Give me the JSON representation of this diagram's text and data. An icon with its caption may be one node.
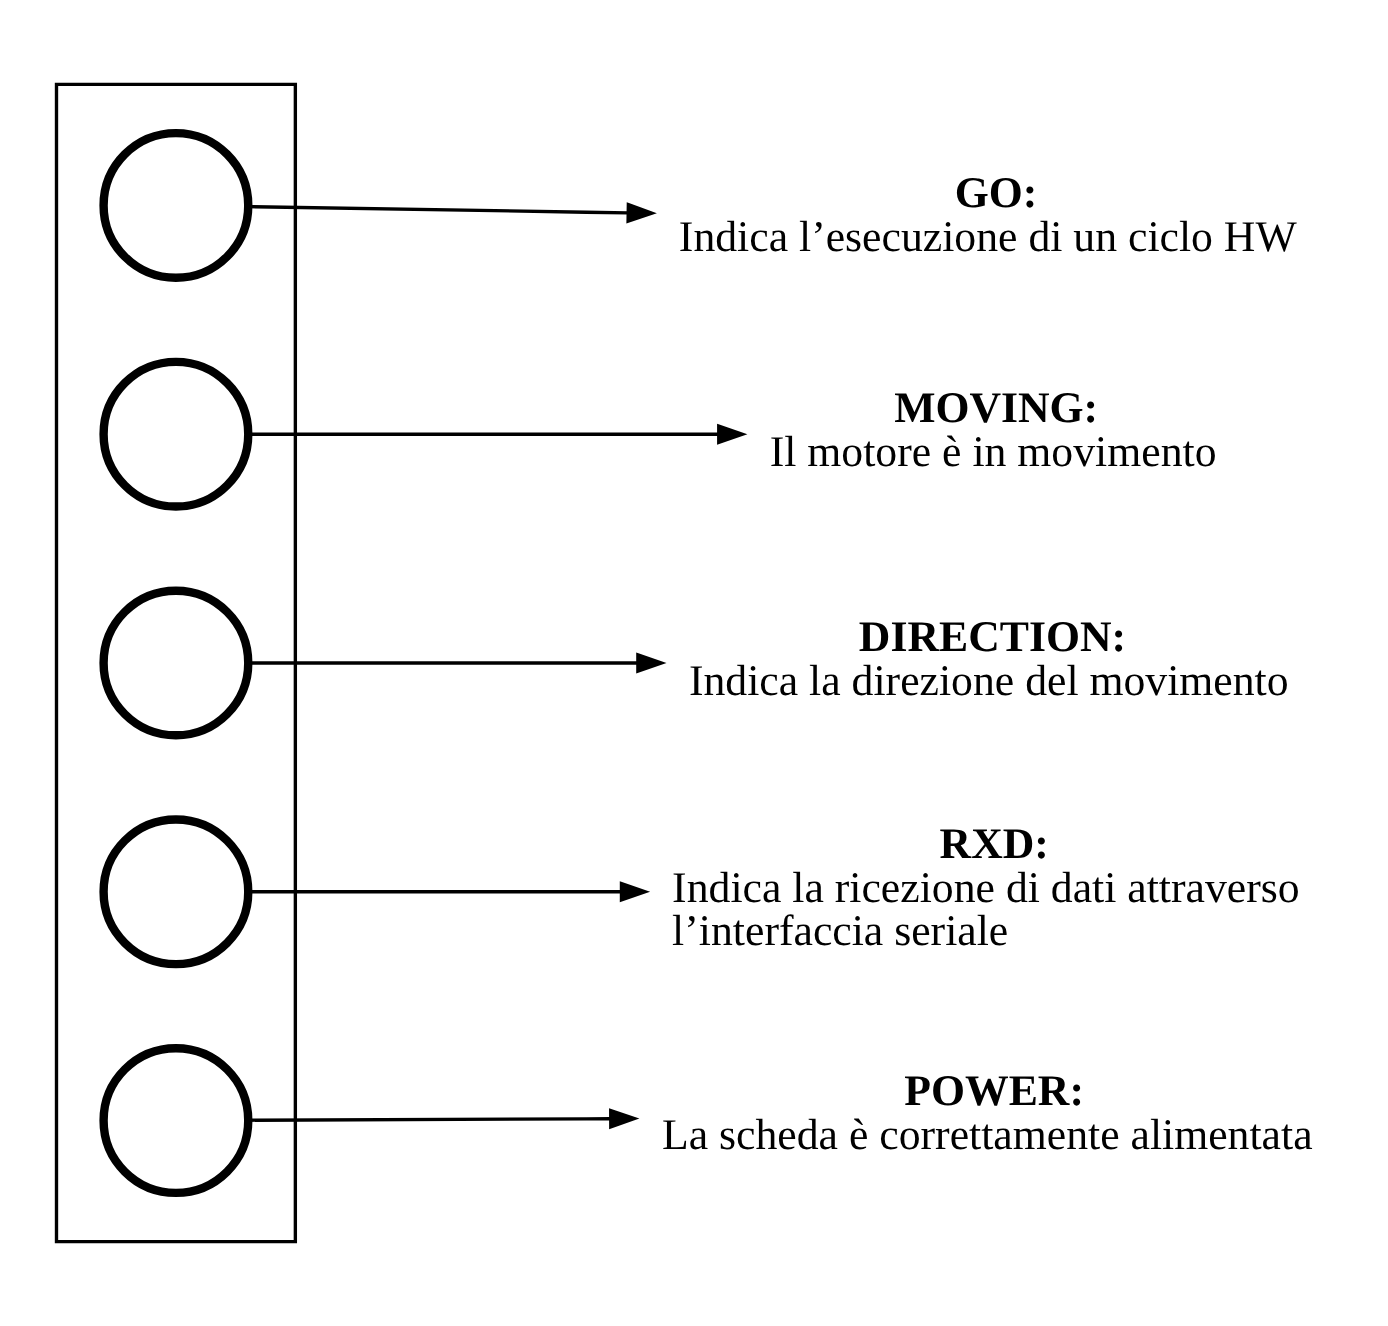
{
  "diagram": {
    "nodes": [
      {
        "text": [],
        "shape": "box"
      },
      {
        "text": [],
        "shape": "circle",
        "in": 0
      },
      {
        "text": [],
        "shape": "circle",
        "in": 0
      },
      {
        "text": [],
        "shape": "circle",
        "in": 0
      },
      {
        "text": [],
        "shape": "circle",
        "in": 0
      },
      {
        "text": [],
        "shape": "circle",
        "in": 0
      },
      {
        "text": [
          "GO:",
          "Indica l’esecuzione di un ciclo HW"
        ]
      },
      {
        "text": [
          "MOVING:",
          "Il motore è in movimento"
        ]
      },
      {
        "text": [
          "DIRECTION:",
          "Indica la direzione del movimento"
        ]
      },
      {
        "text": [
          "RXD:",
          "Indica la ricezione di dati attraverso l’interfaccia seriale"
        ]
      },
      {
        "text": [
          "POWER:",
          "La scheda è correttamente alimentata"
        ]
      }
    ],
    "edges": [
      {
        "from": 1,
        "to": 6,
        "arrow": "to"
      },
      {
        "from": 2,
        "to": 7,
        "arrow": "to"
      },
      {
        "from": 3,
        "to": 8,
        "arrow": "to"
      },
      {
        "from": 4,
        "to": 9,
        "arrow": "to"
      },
      {
        "from": 5,
        "to": 10,
        "arrow": "to"
      }
    ]
  }
}
